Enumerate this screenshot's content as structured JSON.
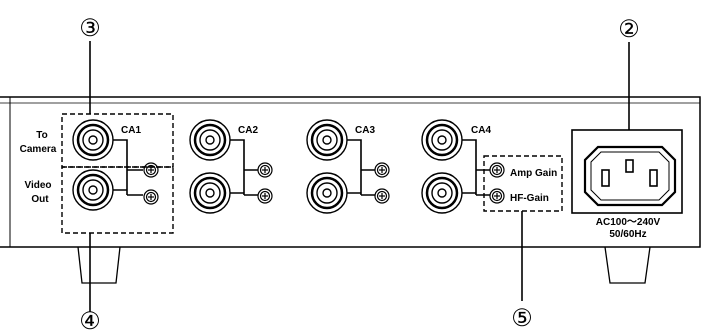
{
  "callouts": {
    "c2": "②",
    "c3": "③",
    "c4": "④",
    "c5": "⑤"
  },
  "rows": {
    "to_camera_line1": "To",
    "to_camera_line2": "Camera",
    "video_out_line1": "Video",
    "video_out_line2": "Out"
  },
  "channels": [
    "CA1",
    "CA2",
    "CA3",
    "CA4"
  ],
  "gains": {
    "amp": "Amp Gain",
    "hf": "HF-Gain"
  },
  "power": {
    "voltage": "AC100～240V",
    "frequency": "50/60Hz"
  },
  "colors": {
    "line": "#000000",
    "background": "#ffffff"
  }
}
